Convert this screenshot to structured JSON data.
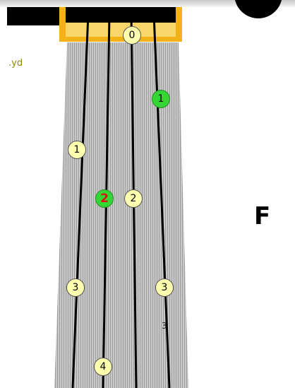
{
  "side_text": ".yd",
  "chord_name": "F",
  "stray_digit": "3",
  "colors": {
    "neck": "#c2c2c2",
    "nut_outline": "#f4b21a",
    "string": "#000000",
    "marker_yellow": "#ffffb0",
    "marker_green": "#33d633",
    "root_label": "#e01010"
  },
  "markers": [
    {
      "label": "0",
      "kind": "yellow",
      "root": false
    },
    {
      "label": "1",
      "kind": "green",
      "root": false
    },
    {
      "label": "1",
      "kind": "yellow",
      "root": false
    },
    {
      "label": "2",
      "kind": "green",
      "root": true
    },
    {
      "label": "2",
      "kind": "yellow",
      "root": false
    },
    {
      "label": "3",
      "kind": "yellow",
      "root": false
    },
    {
      "label": "3",
      "kind": "yellow",
      "root": false
    },
    {
      "label": "4",
      "kind": "yellow",
      "root": false
    }
  ]
}
